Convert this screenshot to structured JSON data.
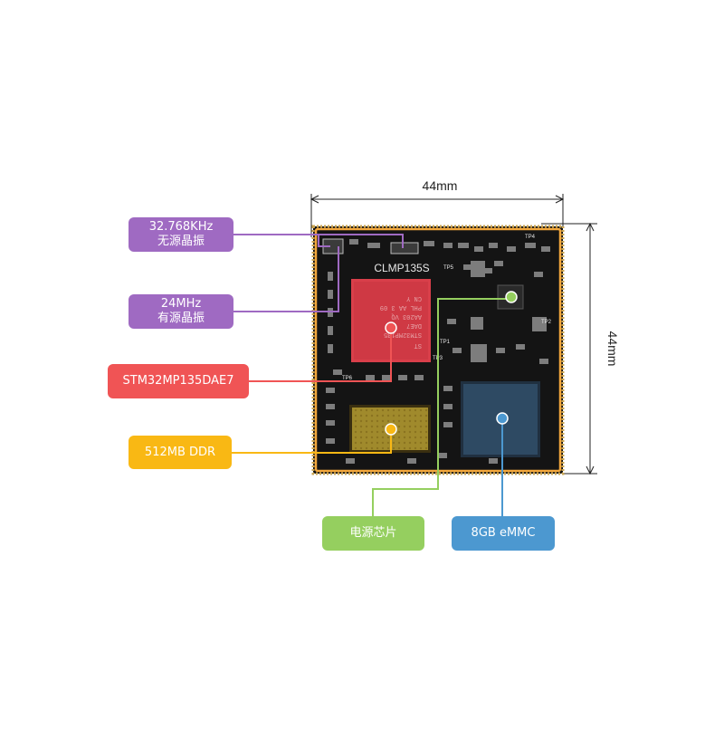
{
  "dimensions": {
    "width_label": "44mm",
    "height_label": "44mm"
  },
  "board": {
    "silkscreen": "CLMP135S",
    "test_points": [
      "TP4",
      "TP5",
      "TP2",
      "TP1",
      "TP3",
      "TP6"
    ],
    "mcu_marking": [
      "ST",
      "STM32MP135",
      "DAE7",
      "AA203 VQ",
      "PHL AA 3 09",
      "CN     Y"
    ]
  },
  "callouts": [
    {
      "id": "xtal32",
      "lines": [
        "32.768KHz",
        "无源晶振"
      ],
      "color": "#9f6ac2"
    },
    {
      "id": "xtal24",
      "lines": [
        "24MHz",
        "有源晶振"
      ],
      "color": "#9f6ac2"
    },
    {
      "id": "mcu",
      "lines": [
        "STM32MP135DAE7"
      ],
      "color": "#f05455"
    },
    {
      "id": "ddr",
      "lines": [
        "512MB DDR"
      ],
      "color": "#f9b814"
    },
    {
      "id": "pmic",
      "lines": [
        "电源芯片"
      ],
      "color": "#95cf5f"
    },
    {
      "id": "emmc",
      "lines": [
        "8GB eMMC"
      ],
      "color": "#4c98d0"
    }
  ],
  "colors": {
    "outline": "#f3a73c",
    "pcb": "#141414",
    "dimension": "#222222"
  }
}
